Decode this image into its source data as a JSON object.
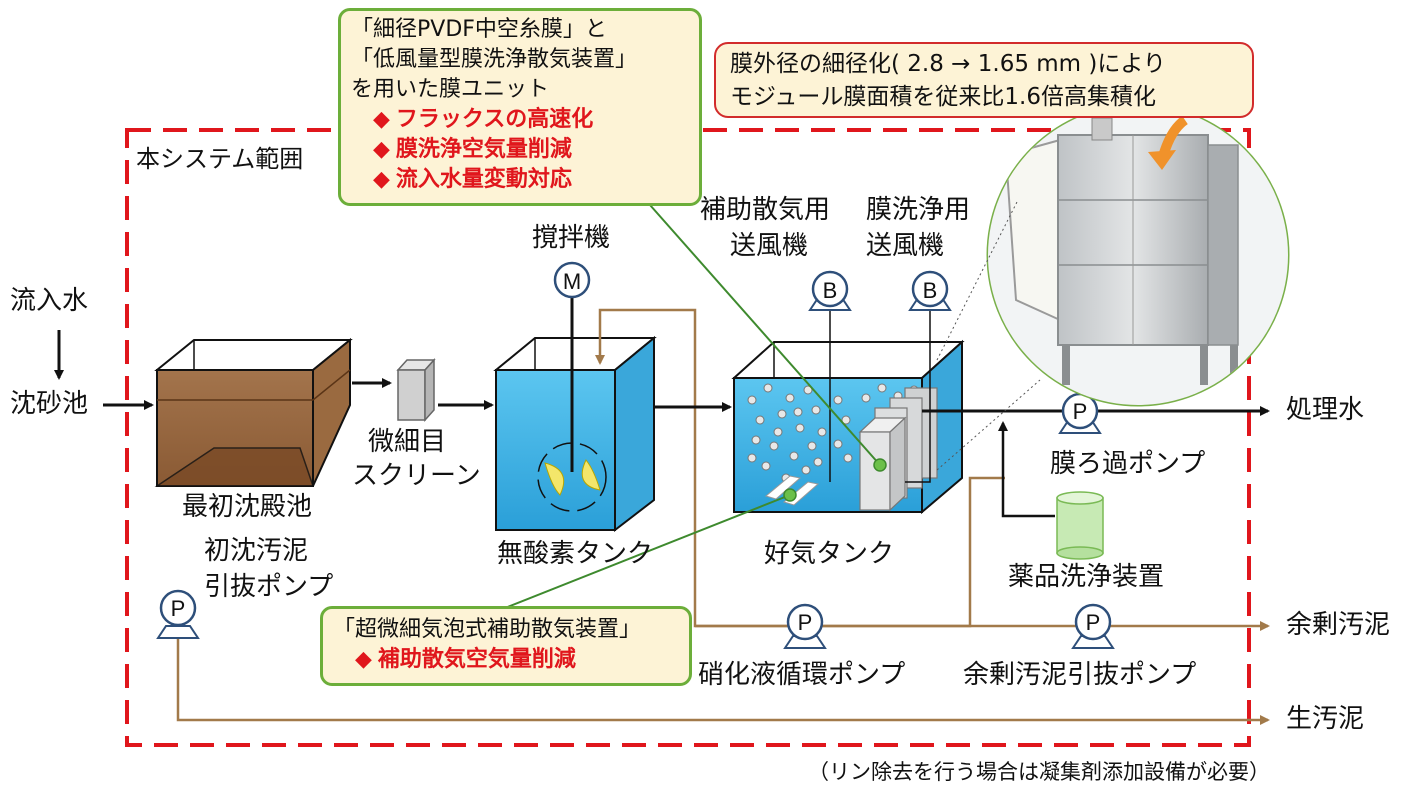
{
  "callouts": {
    "membrane_unit": {
      "lines": [
        "「細径PVDF中空糸膜」と",
        "「低風量型膜洗浄散気装置」",
        "を用いた膜ユニット"
      ],
      "highlights": [
        "フラックスの高速化",
        "膜洗浄空気量削減",
        "流入水量変動対応"
      ],
      "marker": "◆"
    },
    "membrane_diameter": {
      "lines": [
        "膜外径の細径化( 2.8 → 1.65 mm )により",
        "モジュール膜面積を従来比1.6倍高集積化"
      ]
    },
    "aux_aeration": {
      "lines": [
        "「超微細気泡式補助散気装置」"
      ],
      "highlights": [
        "補助散気空気量削減"
      ],
      "marker": "◆"
    }
  },
  "labels": {
    "system_scope": "本システム範囲",
    "inflow": "流入水",
    "grit_chamber": "沈砂池",
    "primary_clarifier": "最初沈殿池",
    "fine_screen_1": "微細目",
    "fine_screen_2": "スクリーン",
    "mixer": "撹拌機",
    "anoxic_tank": "無酸素タンク",
    "aerobic_tank": "好気タンク",
    "aux_blower_1": "補助散気用",
    "aux_blower_2": "送風機",
    "mem_blower_1": "膜洗浄用",
    "mem_blower_2": "送風機",
    "filtration_pump": "膜ろ過ポンプ",
    "treated_water": "処理水",
    "chemical_cleaning": "薬品洗浄装置",
    "primary_sludge_pump_1": "初沈汚泥",
    "primary_sludge_pump_2": "引抜ポンプ",
    "nitrified_pump": "硝化液循環ポンプ",
    "excess_sludge_pump": "余剰汚泥引抜ポンプ",
    "excess_sludge": "余剰汚泥",
    "raw_sludge": "生汚泥",
    "note": "（リン除去を行う場合は凝集剤添加設備が必要）"
  },
  "symbols": {
    "motor": "M",
    "blower": "B",
    "pump": "P"
  },
  "colors": {
    "scope_border": "#e0161c",
    "callout_green": "#6cae3a",
    "callout_red": "#d22b2b",
    "callout_fill": "#fdf3d6",
    "highlight_text": "#e0161c",
    "sludge_line": "#a27a4a",
    "water_blue": "#3ab2e4",
    "pump_blue": "#2e4f7a",
    "photo_circle": "#7ab04a"
  }
}
